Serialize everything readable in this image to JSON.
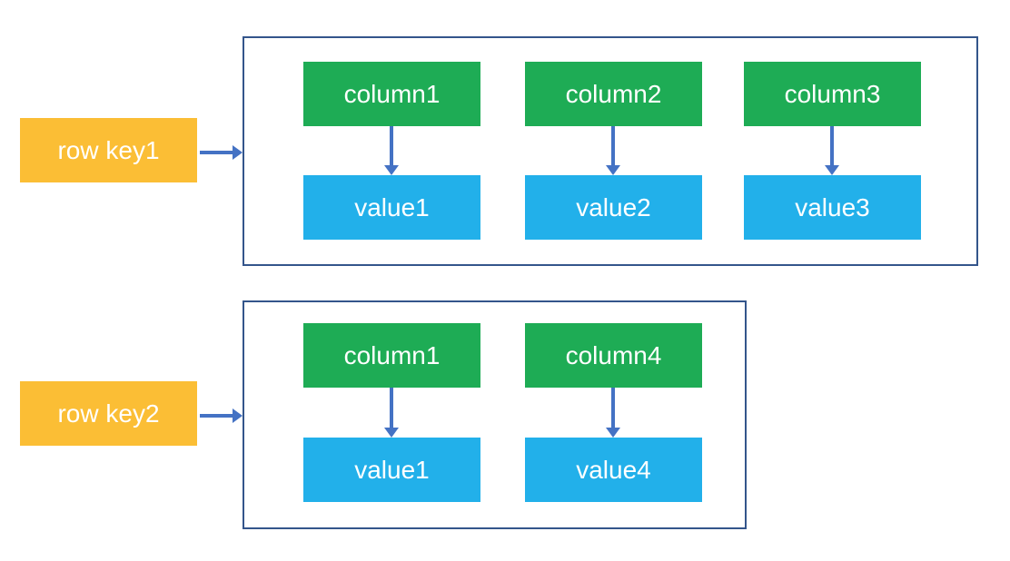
{
  "diagram": {
    "rows": [
      {
        "key": "row key1",
        "pairs": [
          {
            "column": "column1",
            "value": "value1"
          },
          {
            "column": "column2",
            "value": "value2"
          },
          {
            "column": "column3",
            "value": "value3"
          }
        ]
      },
      {
        "key": "row key2",
        "pairs": [
          {
            "column": "column1",
            "value": "value1"
          },
          {
            "column": "column4",
            "value": "value4"
          }
        ]
      }
    ]
  },
  "colors": {
    "row-key-bg": "#FBBE35",
    "column-bg": "#1EAC55",
    "value-bg": "#22B0EA",
    "arrow": "#4472C4",
    "container-border": "#34558B",
    "text": "#FFFFFF",
    "background": "#FFFFFF"
  }
}
